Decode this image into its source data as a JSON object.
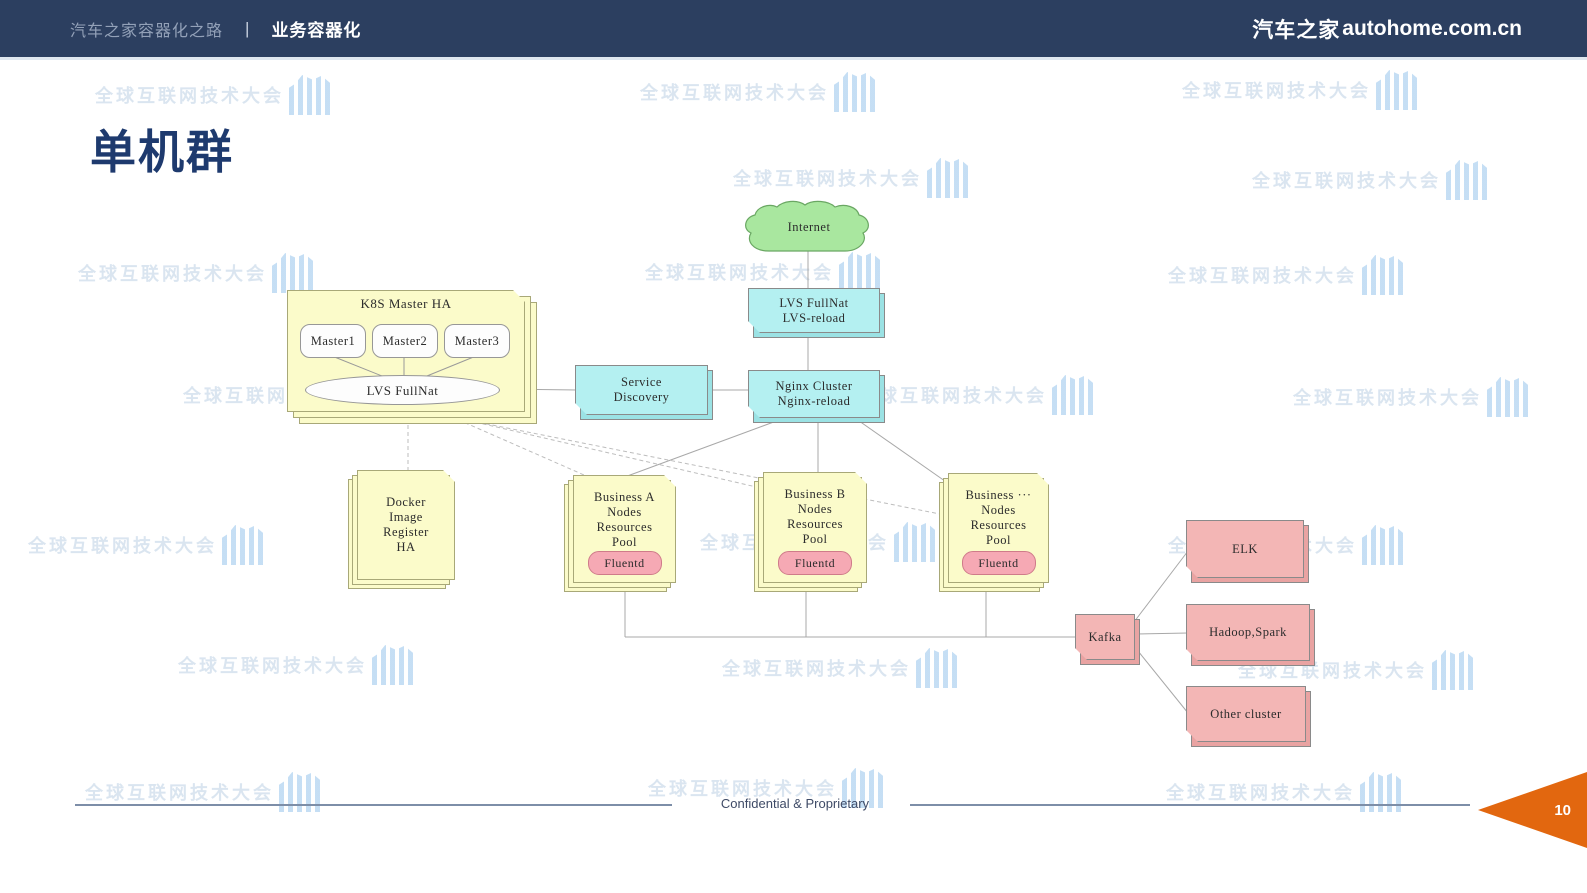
{
  "header": {
    "breadcrumb": "汽车之家容器化之路",
    "divider": "|",
    "section": "业务容器化",
    "brand_cn": "汽车之家",
    "brand_domain": "autohome.com.cn"
  },
  "title": "单机群",
  "watermark": {
    "text": "全球互联网技术大会"
  },
  "diagram": {
    "internet": {
      "label": "Internet"
    },
    "lvs": {
      "line1": "LVS FullNat",
      "line2": "LVS-reload"
    },
    "service_discovery": {
      "line1": "Service",
      "line2": "Discovery"
    },
    "nginx": {
      "line1": "Nginx Cluster",
      "line2": "Nginx-reload"
    },
    "k8s_master": {
      "title": "K8S Master HA",
      "masters": [
        "Master1",
        "Master2",
        "Master3"
      ],
      "lvs_label": "LVS FullNat"
    },
    "docker": {
      "lines": [
        "Docker",
        "Image",
        "Register",
        "HA"
      ]
    },
    "pools": [
      {
        "lines": [
          "Business A",
          "Nodes",
          "Resources",
          "Pool"
        ],
        "agent": "Fluentd"
      },
      {
        "lines": [
          "Business B",
          "Nodes",
          "Resources",
          "Pool"
        ],
        "agent": "Fluentd"
      },
      {
        "lines": [
          "Business ···",
          "Nodes",
          "Resources",
          "Pool"
        ],
        "agent": "Fluentd"
      }
    ],
    "kafka": {
      "label": "Kafka"
    },
    "sinks": [
      {
        "label": "ELK"
      },
      {
        "label": "Hadoop,Spark"
      },
      {
        "label": "Other cluster"
      }
    ]
  },
  "footer": {
    "text": "Confidential & Proprietary",
    "page": "10"
  },
  "colors": {
    "header_navy": "#2c3f60",
    "title_navy": "#1e3a6e",
    "cyan": "#b4f0f1",
    "yellow": "#fbfbca",
    "pink": "#f3b6b5",
    "green": "#a9e79f",
    "orange": "#e2670f"
  }
}
